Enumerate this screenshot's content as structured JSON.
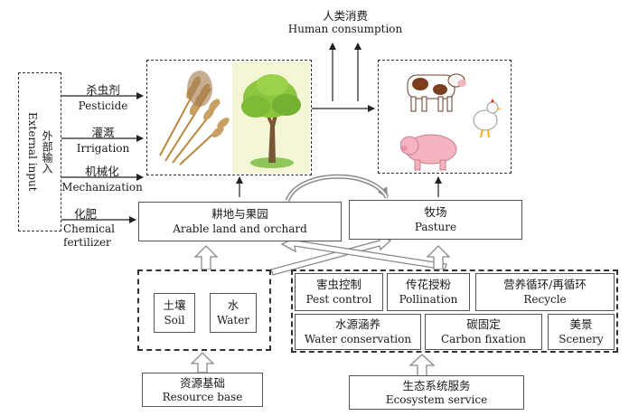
{
  "consumption": {
    "zh": "人类消费",
    "en": "Human consumption"
  },
  "external_input": {
    "zh": "外部输入",
    "en": "External input"
  },
  "inputs": [
    {
      "zh": "杀虫剂",
      "en": "Pesticide"
    },
    {
      "zh": "灌溉",
      "en": "Irrigation"
    },
    {
      "zh": "机械化",
      "en": "Mechanization"
    },
    {
      "zh": "化肥",
      "en": "Chemical fertilizer"
    }
  ],
  "arable": {
    "zh": "耕地与果园",
    "en": "Arable land and orchard"
  },
  "pasture": {
    "zh": "牧场",
    "en": "Pasture"
  },
  "soil": {
    "zh": "土壤",
    "en": "Soil"
  },
  "water": {
    "zh": "水",
    "en": "Water"
  },
  "resource_base": {
    "zh": "资源基础",
    "en": "Resource base"
  },
  "services": [
    {
      "zh": "害虫控制",
      "en": "Pest control"
    },
    {
      "zh": "传花授粉",
      "en": "Pollination"
    },
    {
      "zh": "营养循环/再循环",
      "en": "Recycle"
    },
    {
      "zh": "水源涵养",
      "en": "Water conservation"
    },
    {
      "zh": "碳固定",
      "en": "Carbon fixation"
    },
    {
      "zh": "美景",
      "en": "Scenery"
    }
  ],
  "ecosystem_service": {
    "zh": "生态系统服务",
    "en": "Ecosystem service"
  },
  "icons": [
    "wheat-icon",
    "tree-icon",
    "cow-icon",
    "pig-icon",
    "chicken-icon"
  ]
}
